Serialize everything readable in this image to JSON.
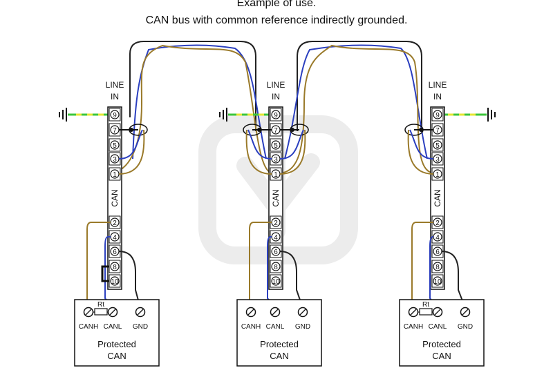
{
  "title_line1": "Example of use.",
  "title_line2": "CAN bus with common reference indirectly grounded.",
  "line_in_label": [
    "LINE",
    "IN"
  ],
  "module_label": "CAN",
  "terminal_numbers_top": [
    "9",
    "7",
    "5",
    "3",
    "1"
  ],
  "terminal_numbers_bottom": [
    "2",
    "4",
    "6",
    "8",
    "10"
  ],
  "device_terminals": [
    "CANH",
    "CANL",
    "GND"
  ],
  "resistor_label": "Rt",
  "device_label": [
    "Protected",
    "CAN"
  ],
  "colors": {
    "can_high_wire": "#9a7a2a",
    "can_low_wire": "#2b3fbf",
    "ground_wire": "#222222",
    "earth_wire_green": "#3cc63c",
    "earth_wire_yellow": "#e6e633",
    "watermark": "#ececec"
  }
}
